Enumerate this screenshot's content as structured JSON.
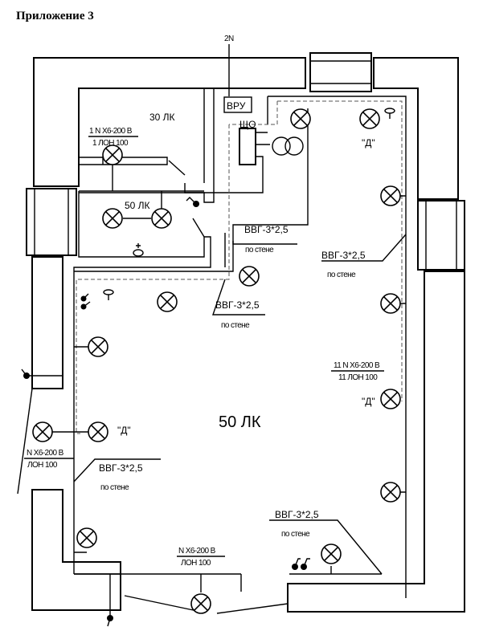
{
  "title": "Приложение 3",
  "input_label": "2N",
  "panel_main": "ВРУ",
  "panel_lighting": "ЩО",
  "rooms": {
    "small_room_1": "30 ЛК",
    "small_room_2": "50 ЛК",
    "main_hall": "50 ЛК"
  },
  "fixture_notes": [
    {
      "top": "1 N X6-200 B",
      "bottom": "1 ЛОН 100"
    },
    {
      "top": "11 N X6-200 B",
      "bottom": "11 ЛОН 100"
    },
    {
      "top": "N X6-200 B",
      "bottom": "ЛОН 100"
    },
    {
      "top": "N X6-200 B",
      "bottom": "ЛОН 100"
    }
  ],
  "cable_notes": [
    {
      "cable": "ВВГ-3*2,5",
      "mount": "по стене"
    },
    {
      "cable": "ВВГ-3*2,5",
      "mount": "по стене"
    },
    {
      "cable": "ВВГ-3*2,5",
      "mount": "по стене"
    },
    {
      "cable": "ВВГ-3*2,5",
      "mount": "по стене"
    },
    {
      "cable": "ВВГ-3*2,5",
      "mount": "по стене"
    }
  ],
  "emergency_mark": "\"Д\"",
  "icons": [
    "lamp-icon",
    "switch-icon",
    "socket-icon",
    "transformer-icon"
  ]
}
